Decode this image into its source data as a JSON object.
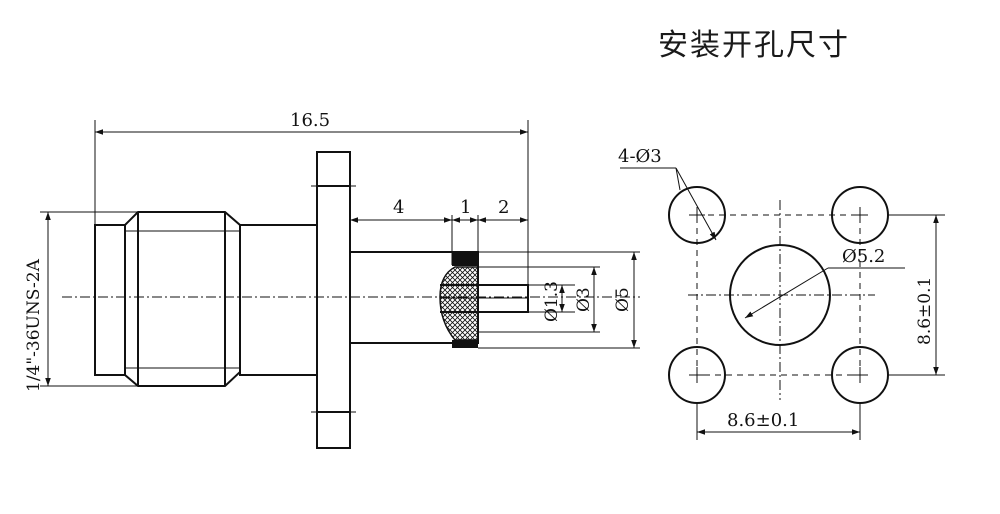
{
  "title": "安装开孔尺寸",
  "side_view": {
    "total_length": "16.5",
    "thread_spec": "1/4\"-36UNS-2A",
    "dim_4": "4",
    "dim_1": "1",
    "dim_2": "2",
    "dia_pin": "Ø1.3",
    "dia_insulator": "Ø3",
    "dia_body": "Ø5"
  },
  "cutout_view": {
    "holes_label": "4-Ø3",
    "center_hole": "Ø5.2",
    "spacing_h": "8.6±0.1",
    "spacing_v": "8.6±0.1"
  }
}
